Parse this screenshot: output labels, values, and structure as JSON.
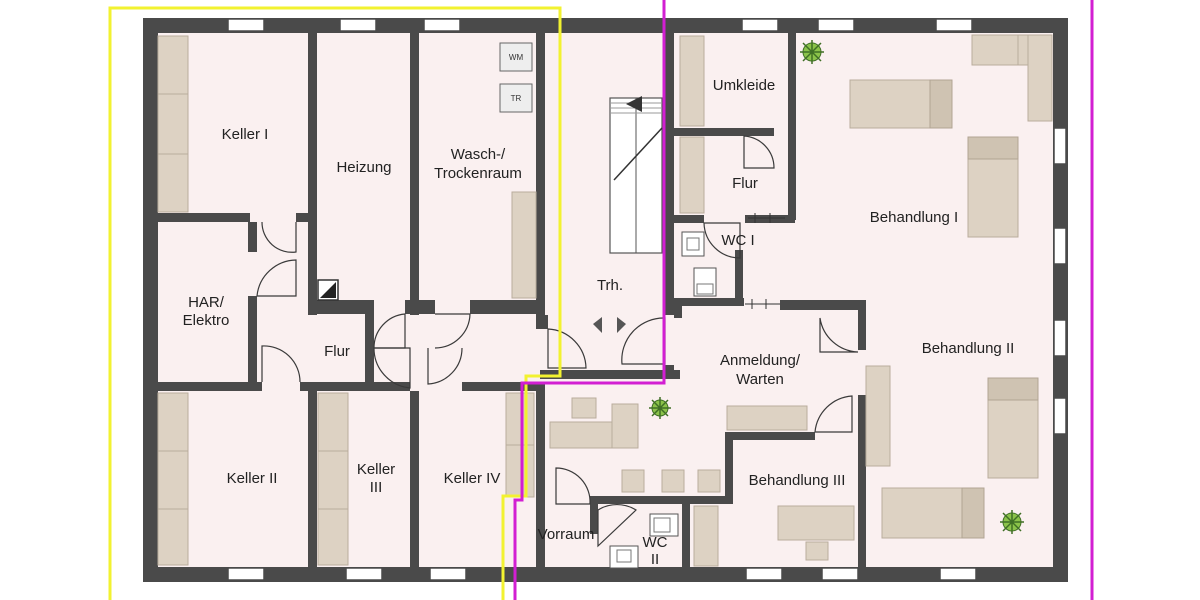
{
  "colors": {
    "floor": "#faf0f0",
    "wall": "#4a4a4a",
    "furniture": "#ddd2c3",
    "boundary_yellow": "#f2f230",
    "boundary_magenta": "#d21fd2",
    "plant": "#6aa84f"
  },
  "rooms": {
    "keller_1": "Keller I",
    "heizung": "Heizung",
    "wasch_line1": "Wasch-/",
    "wasch_line2": "Trockenraum",
    "har_line1": "HAR/",
    "har_line2": "Elektro",
    "flur_left": "Flur",
    "treppenhaus": "Trh.",
    "umkleide": "Umkleide",
    "flur_right": "Flur",
    "wc_1": "WC I",
    "behandlung_1": "Behandlung I",
    "behandlung_2": "Behandlung II",
    "anmeldung_line1": "Anmeldung/",
    "anmeldung_line2": "Warten",
    "behandlung_3": "Behandlung III",
    "keller_2": "Keller II",
    "keller_3_line1": "Keller",
    "keller_3_line2": "III",
    "keller_4": "Keller IV",
    "vorraum": "Vorraum",
    "wc_2_line1": "WC",
    "wc_2_line2": "II"
  },
  "appliances": {
    "washing_machine": "WM",
    "dryer": "TR"
  },
  "icons": {
    "plant": "plant-icon",
    "stair_arrows": "stair-direction-arrows-icon",
    "chimney": "chimney-icon"
  }
}
